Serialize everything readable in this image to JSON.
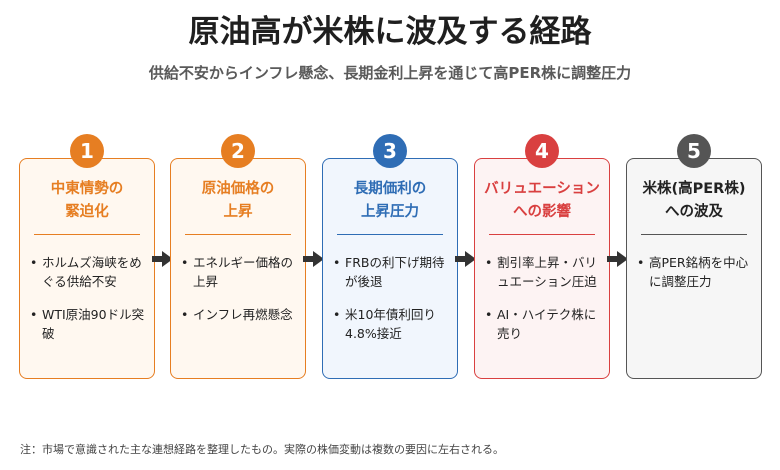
{
  "title": "原油高が米株に波及する経路",
  "subtitle": "供給不安からインフレ懸念、長期金利上昇を通じて高PER株に調整圧力",
  "steps": [
    {
      "number": "1",
      "title_line1": "中東情勢の",
      "title_line2": "緊迫化",
      "color": "#e67e22",
      "bg": "#fff8f0",
      "bullets": [
        "ホルムズ海峡をめぐる供給不安",
        "WTI原油90ドル突破"
      ]
    },
    {
      "number": "2",
      "title_line1": "原油価格の",
      "title_line2": "上昇",
      "color": "#e67e22",
      "bg": "#fff8f0",
      "bullets": [
        "エネルギー価格の上昇",
        "インフレ再燃懸念"
      ]
    },
    {
      "number": "3",
      "title_line1": "長期価利の",
      "title_line2": "上昇圧力",
      "color": "#2f6db5",
      "bg": "#f1f6fd",
      "bullets": [
        "FRBの利下げ期待が後退",
        "米10年債利回り4.8%接近"
      ]
    },
    {
      "number": "4",
      "title_line1": "バリュエーション",
      "title_line2": "への影響",
      "color": "#d94040",
      "bg": "#fdf3f3",
      "bullets": [
        "割引率上昇・バリュエーション圧迫",
        "AI・ハイテク株に売り"
      ]
    },
    {
      "number": "5",
      "title_line1": "米株(高PER株)",
      "title_line2": "への波及",
      "color": "#555555",
      "bg": "#f6f6f6",
      "bullets": [
        "高PER銘柄を中心に調整圧力"
      ]
    }
  ],
  "note": "注：市場で意識された主な連想経路を整理したもの。実際の株価変動は複数の要因に左右される。"
}
